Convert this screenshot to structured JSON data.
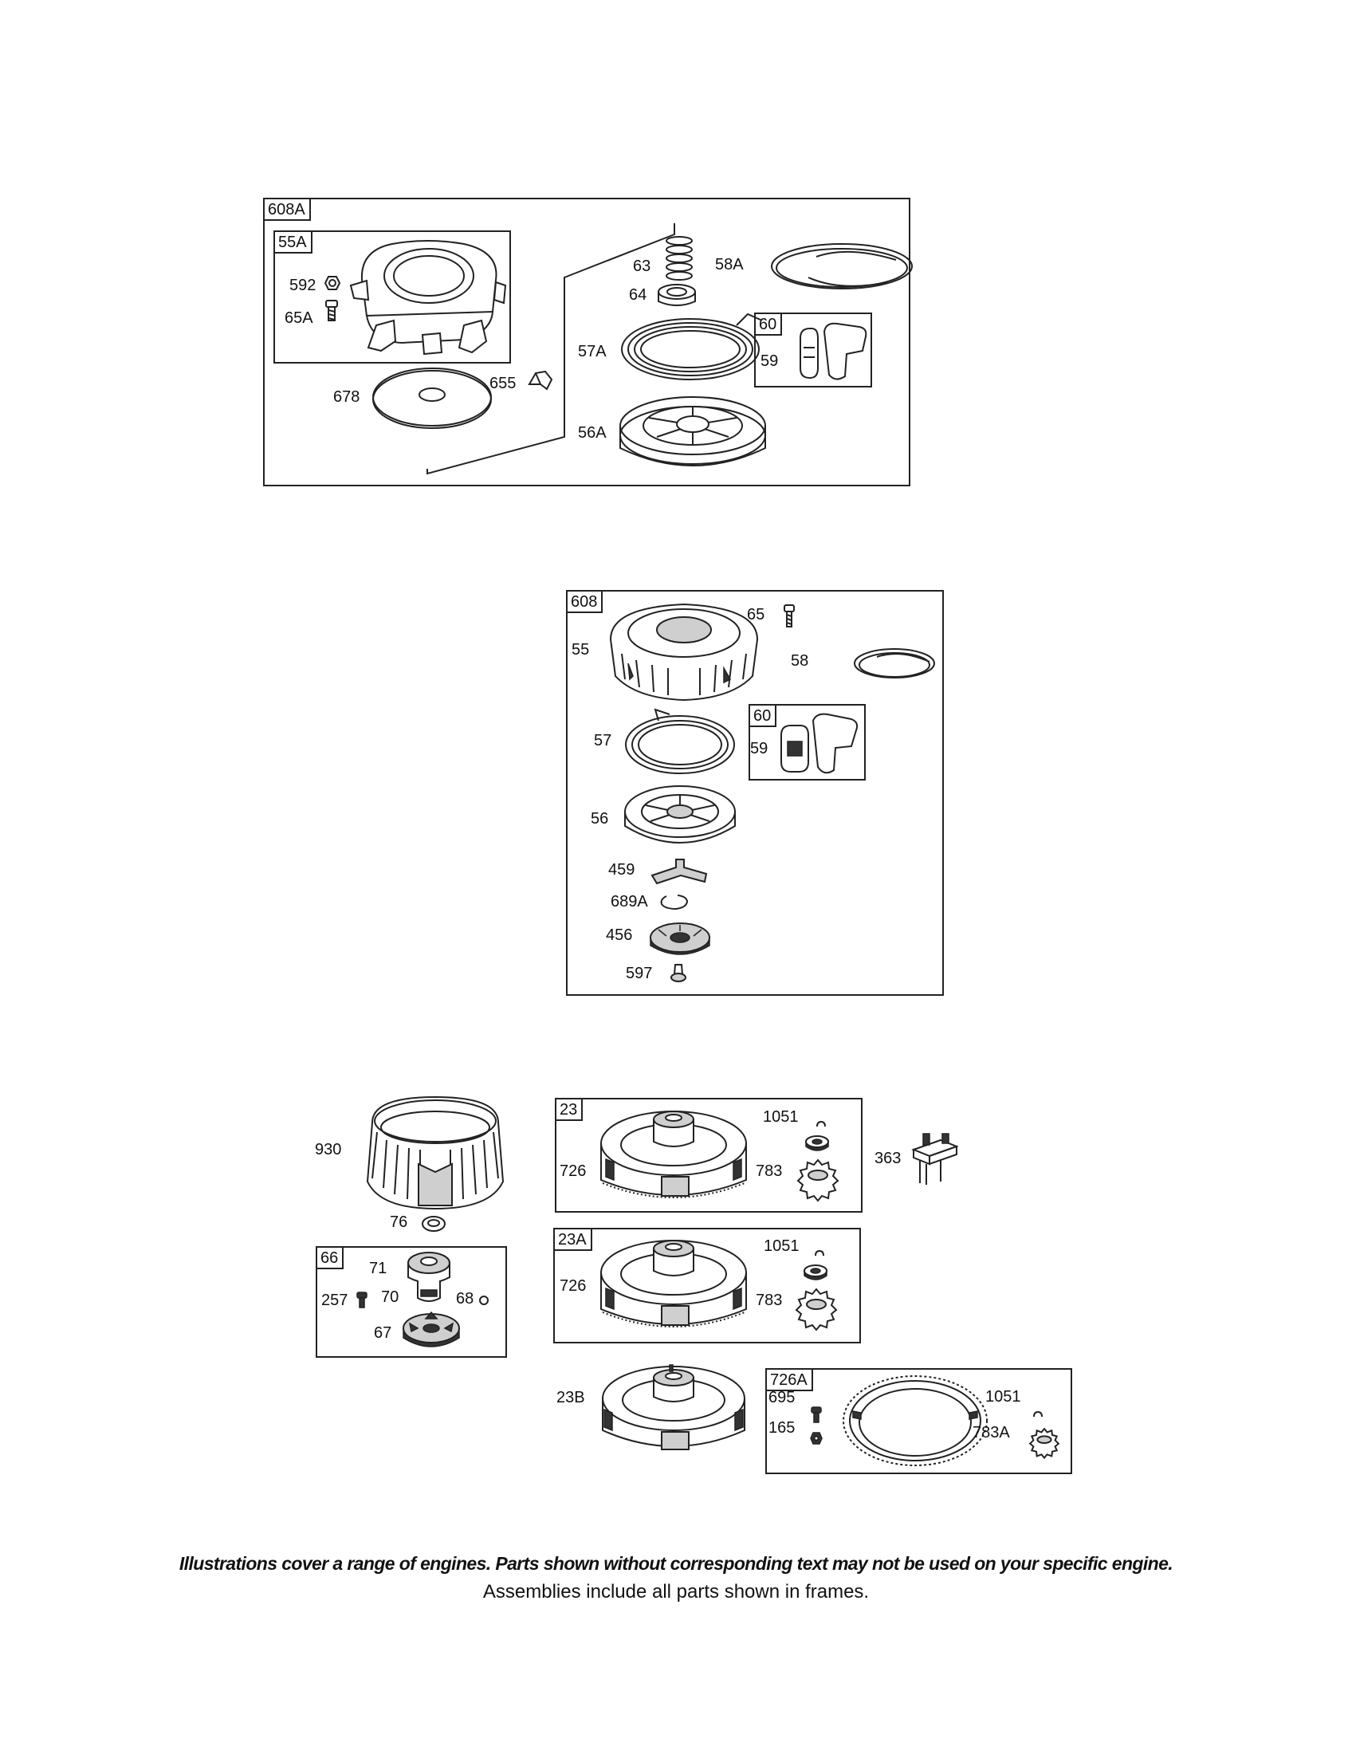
{
  "frames": {
    "f608A": "608A",
    "f55A": "55A",
    "f60a": "60",
    "f608": "608",
    "f60b": "60",
    "f23": "23",
    "f23A": "23A",
    "f66": "66",
    "f726A": "726A"
  },
  "callouts": {
    "p592": "592",
    "p65A": "65A",
    "p678": "678",
    "p655": "655",
    "p63": "63",
    "p64": "64",
    "p58A": "58A",
    "p57A": "57A",
    "p59a": "59",
    "p56A": "56A",
    "p55": "55",
    "p65": "65",
    "p58": "58",
    "p57": "57",
    "p59b": "59",
    "p56": "56",
    "p459": "459",
    "p689A": "689A",
    "p456": "456",
    "p597": "597",
    "p930": "930",
    "p76": "76",
    "p71": "71",
    "p257": "257",
    "p70": "70",
    "p68": "68",
    "p67": "67",
    "p1051a": "1051",
    "p726a": "726",
    "p783a": "783",
    "p363": "363",
    "p1051b": "1051",
    "p726b": "726",
    "p783b": "783",
    "p23B": "23B",
    "p695": "695",
    "p165": "165",
    "p1051c": "1051",
    "p783A": "783A"
  },
  "notice": {
    "line1": "Illustrations cover a range of engines. Parts shown without corresponding text may not be used on your specific engine.",
    "line2": "Assemblies include all parts shown in frames."
  }
}
